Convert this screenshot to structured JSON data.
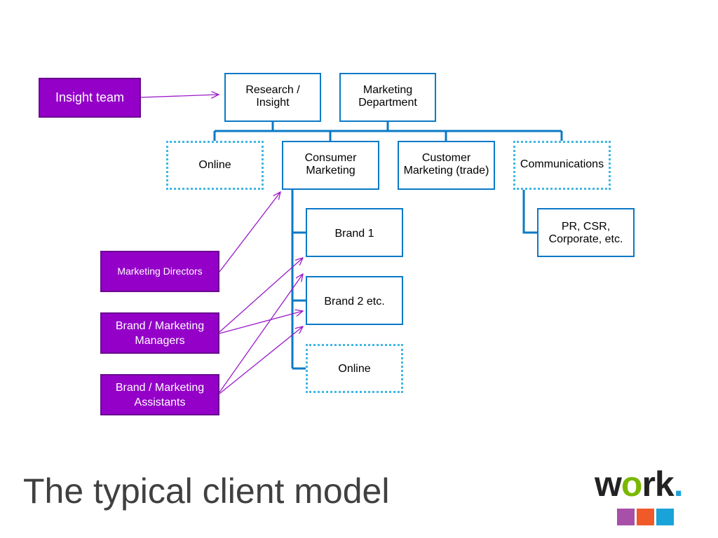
{
  "slide": {
    "title": "The typical client model"
  },
  "diagram": {
    "insight_team": "Insight team",
    "research_insight": "Research /\nInsight",
    "marketing_department": "Marketing\nDepartment",
    "online_top": "Online",
    "consumer_marketing": "Consumer\nMarketing",
    "customer_marketing": "Customer\nMarketing (trade)",
    "communications": "Communications",
    "pr_csr": "PR, CSR,\nCorporate, etc.",
    "brand_1": "Brand 1",
    "brand_2": "Brand 2 etc.",
    "online_brand": "Online",
    "marketing_directors": "Marketing Directors",
    "brand_managers": "Brand / Marketing\nManagers",
    "brand_assistants": "Brand / Marketing\nAssistants"
  },
  "logo": {
    "word_part1": "w",
    "word_o": "o",
    "word_part2": "rk",
    "word_dot": ".",
    "colors": {
      "o": "#7ab800",
      "dot": "#1aa3d9",
      "squares": [
        "#a84fa8",
        "#f05a28",
        "#1aa3d9"
      ]
    }
  },
  "colors": {
    "box_border": "#0a79c6",
    "dotted_border": "#3fb7e4",
    "role_fill": "#9400c8",
    "arrow": "#9a1ac9"
  }
}
